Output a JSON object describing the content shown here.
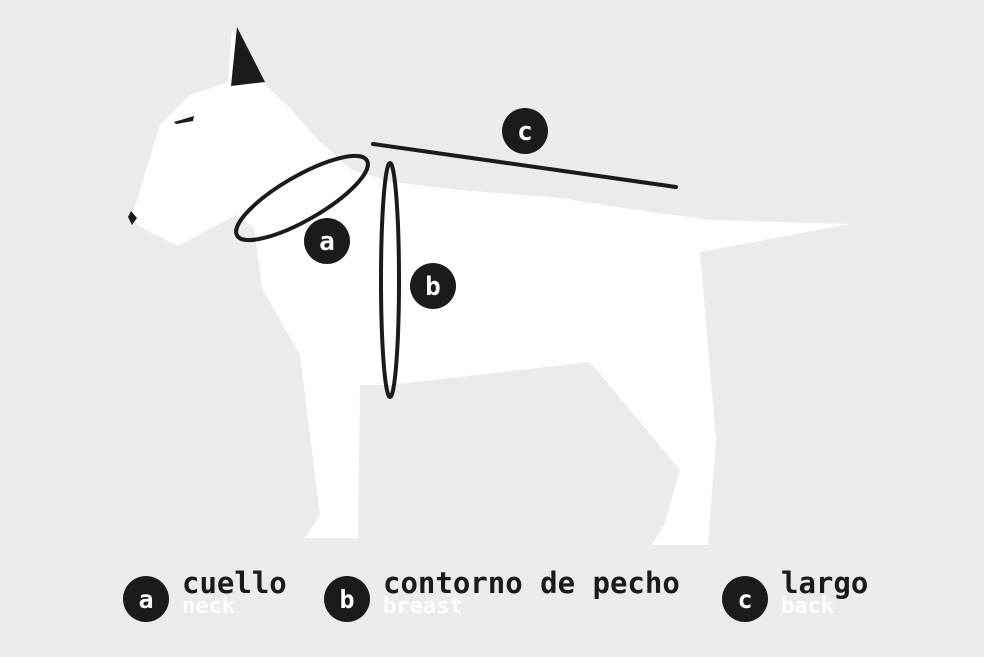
{
  "colors": {
    "background": "#ebebeb",
    "silhouette": "#ffffff",
    "ink": "#1b1b1b"
  },
  "markers": {
    "a": "a",
    "b": "b",
    "c": "c"
  },
  "legend": [
    {
      "letter": "a",
      "es": "cuello",
      "en": "neck"
    },
    {
      "letter": "b",
      "es": "contorno de pecho",
      "en": "breast"
    },
    {
      "letter": "c",
      "es": "largo",
      "en": "back"
    }
  ]
}
